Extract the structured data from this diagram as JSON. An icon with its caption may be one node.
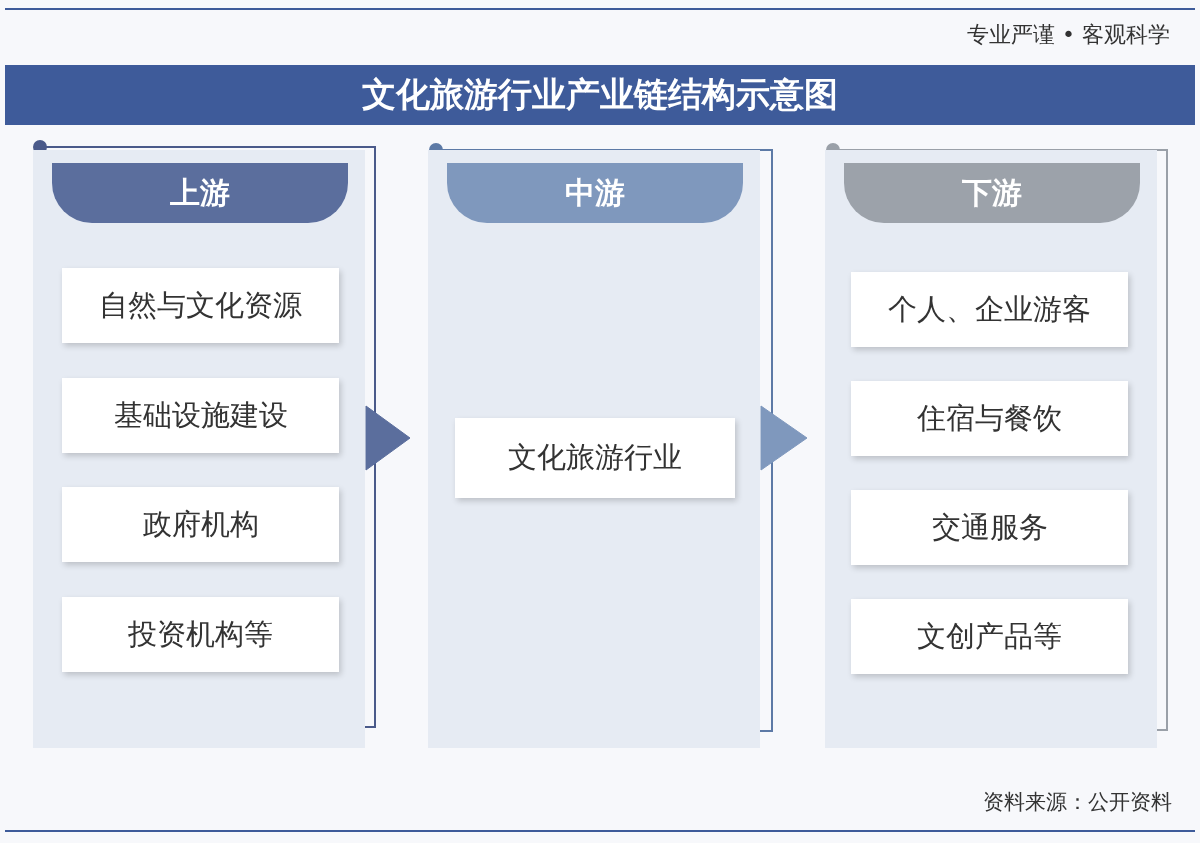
{
  "diagram": {
    "title": "文化旅游行业产业链结构示意图",
    "nodes": [
      {
        "text": [
          "上游"
        ]
      },
      {
        "text": [
          "自然与文化资源"
        ],
        "in": 0
      },
      {
        "text": [
          "基础设施建设"
        ],
        "in": 0
      },
      {
        "text": [
          "政府机构"
        ],
        "in": 0
      },
      {
        "text": [
          "投资机构等"
        ],
        "in": 0
      },
      {
        "text": [
          "中游"
        ]
      },
      {
        "text": [
          "文化旅游行业"
        ],
        "in": 5
      },
      {
        "text": [
          "下游"
        ]
      },
      {
        "text": [
          "个人、企业游客"
        ],
        "in": 7
      },
      {
        "text": [
          "住宿与餐饮"
        ],
        "in": 7
      },
      {
        "text": [
          "交通服务"
        ],
        "in": 7
      },
      {
        "text": [
          "文创产品等"
        ],
        "in": 7
      }
    ],
    "edges": [
      {
        "from": 0,
        "to": 5,
        "arrow": "to"
      },
      {
        "from": 5,
        "to": 7,
        "arrow": "to"
      }
    ],
    "labels": [
      "专业严谨 • 客观科学",
      "资料来源：公开资料"
    ]
  }
}
